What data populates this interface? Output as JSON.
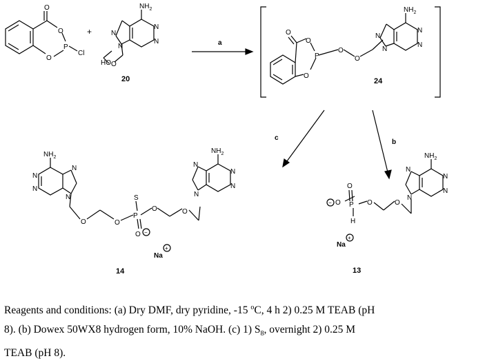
{
  "scheme": {
    "atoms": {
      "O": "O",
      "P": "P",
      "Cl": "Cl",
      "HO": "HO",
      "NH2": "NH",
      "NH2_sub": "2",
      "N": "N",
      "S": "S",
      "H": "H",
      "Na": "Na",
      "minus": "−",
      "plus": "+"
    },
    "plus_sign": "+",
    "compounds": {
      "c20": "20",
      "c24": "24",
      "c14": "14",
      "c13": "13"
    },
    "arrows": {
      "a": "a",
      "b": "b",
      "c": "c"
    }
  },
  "caption": {
    "line1_a": "Reagents and conditions: (a) Dry DMF, dry pyridine, -15 ",
    "line1_sup": "o",
    "line1_b": "C, 4 h 2) 0.25 M TEAB (pH",
    "line2_a": "8). (b) Dowex 50WX8 hydrogen form, 10% NaOH. (c) 1) S",
    "line2_sub": "8",
    "line2_b": ", overnight  2) 0.25 M",
    "line3": "TEAB (pH 8)."
  }
}
